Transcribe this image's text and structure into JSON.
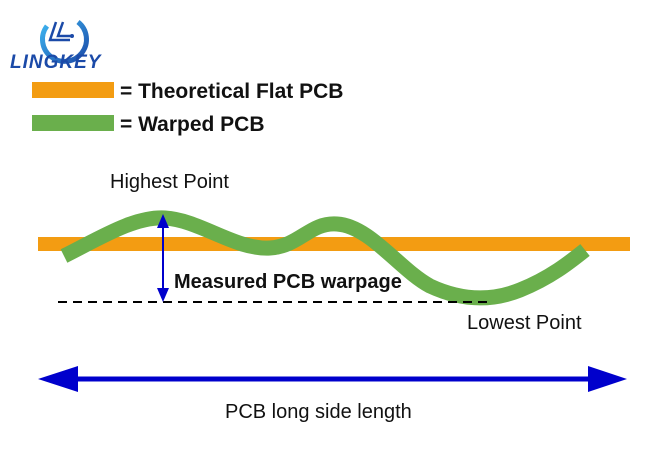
{
  "logo": {
    "text": "LINGKEY"
  },
  "legend": [
    {
      "label": "= Theoretical Flat PCB",
      "color": "#F39C12"
    },
    {
      "label": "= Warped PCB",
      "color": "#6AAF4C"
    }
  ],
  "labels": {
    "highest": "Highest Point",
    "lowest": "Lowest Point",
    "warpage": "Measured PCB warpage",
    "length": "PCB long side length"
  },
  "colors": {
    "arrow": "#0000CC",
    "flat": "#F39C12",
    "warped": "#6AAF4C"
  }
}
